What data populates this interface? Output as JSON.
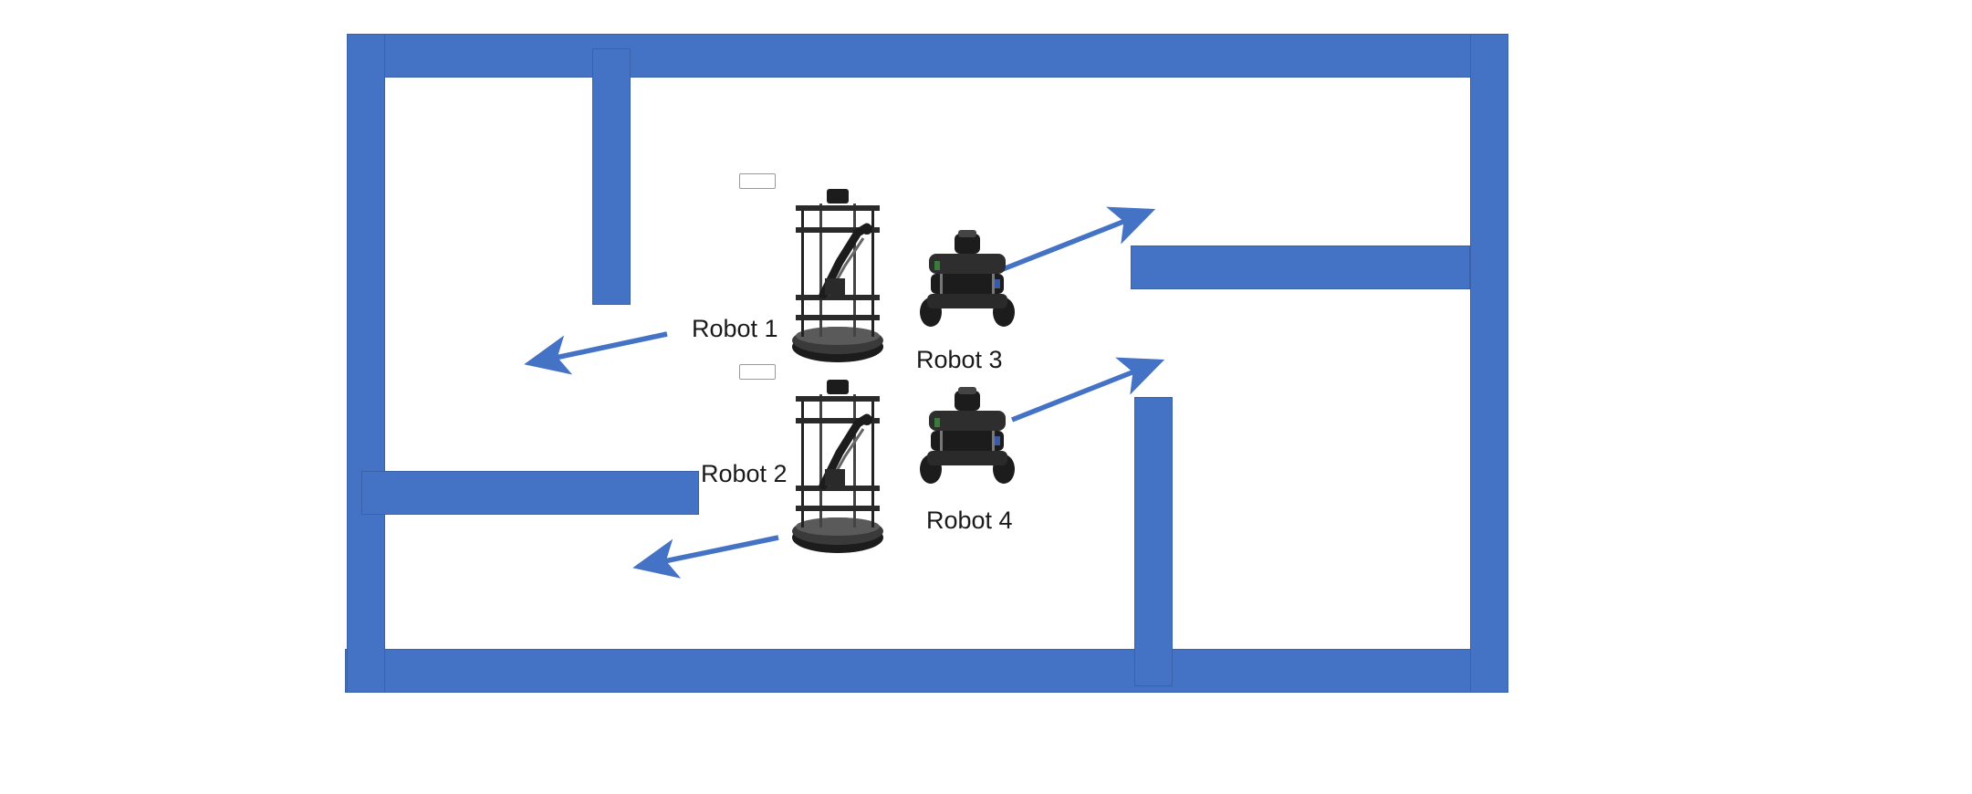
{
  "colors": {
    "wall": "#4472c4",
    "arrow": "#4472c4",
    "robot_dark": "#1c1c1c",
    "robot_mid": "#555555"
  },
  "robots": [
    {
      "label": "Robot 1",
      "kind": "tall-arm-robot",
      "heading": "left"
    },
    {
      "label": "Robot 2",
      "kind": "tall-arm-robot",
      "heading": "left"
    },
    {
      "label": "Robot 3",
      "kind": "small-wheeled-robot",
      "heading": "right"
    },
    {
      "label": "Robot 4",
      "kind": "small-wheeled-robot",
      "heading": "right"
    }
  ],
  "icons": {
    "robot_tall": "tall-arm-robot-icon",
    "robot_small": "small-wheeled-robot-icon",
    "arrow": "arrow-icon"
  }
}
